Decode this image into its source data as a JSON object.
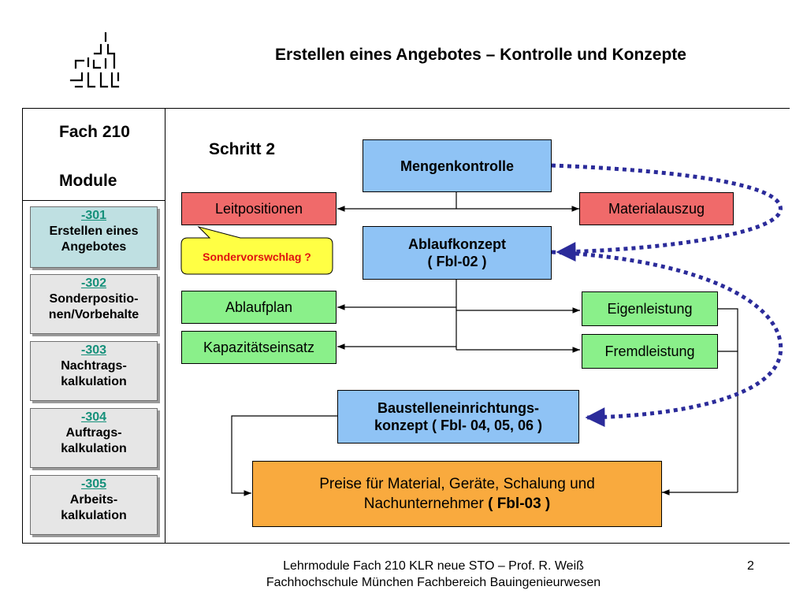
{
  "header": {
    "title": "Erstellen eines Angebotes – Kontrolle und Konzepte"
  },
  "sidebar": {
    "heading_line1": "Fach 210",
    "heading_line2": "Module",
    "modules": [
      {
        "code": "-301",
        "line1": "Erstellen eines",
        "line2": "Angebotes"
      },
      {
        "code": "-302",
        "line1": "Sonderpositio-",
        "line2": "nen/Vorbehalte"
      },
      {
        "code": "-303",
        "line1": "Nachtrags-",
        "line2": "kalkulation"
      },
      {
        "code": "-304",
        "line1": "Auftrags-",
        "line2": "kalkulation"
      },
      {
        "code": "-305",
        "line1": "Arbeits-",
        "line2": "kalkulation"
      }
    ]
  },
  "diagram": {
    "step": "Schritt 2",
    "mengenkontrolle": "Mengenkontrolle",
    "leitpositionen": "Leitpositionen",
    "materialauszug": "Materialauszug",
    "callout": "Sondervorswchlag ?",
    "ablaufkonzept_line1": "Ablaufkonzept",
    "ablaufkonzept_line2": "( Fbl-02 )",
    "ablaufplan": "Ablaufplan",
    "kapazitaet": "Kapazitätseinsatz",
    "eigenleistung": "Eigenleistung",
    "fremdleistung": "Fremdleistung",
    "baustelle_line1": "Baustelleneinrichtungs-",
    "baustelle_line2": "konzept ( Fbl- 04, 05, 06 )",
    "preise_line1": "Preise für Material, Geräte, Schalung und",
    "preise_line2_normal": "Nachunternehmer ",
    "preise_line2_bold": "( Fbl-03 )"
  },
  "footer": {
    "line1": "Lehrmodule Fach 210 KLR neue STO – Prof. R. Weiß",
    "line2": "Fachhochschule München Fachbereich Bauingenieurwesen",
    "page_number": "2"
  },
  "colors": {
    "blue_box": "#8fc3f5",
    "red_box": "#f06a6a",
    "green_box": "#8af08a",
    "orange_box": "#f9aa3e",
    "callout_fill": "#ffff44",
    "dotted_arrow": "#2b2b9a",
    "module_code": "#15907a"
  }
}
